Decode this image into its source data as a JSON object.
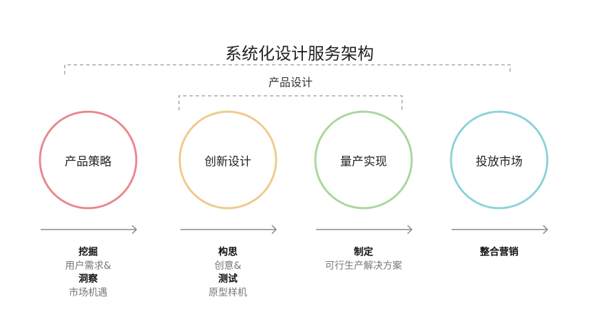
{
  "title": "系统化设计服务架构",
  "subtitle": "产品设计",
  "colors": {
    "stage1": "#e8898e",
    "stage2": "#f1c98c",
    "stage3": "#a9d79b",
    "stage4": "#8dd3d8",
    "arrow": "#888888",
    "dash": "#999999"
  },
  "stages": [
    {
      "label": "产品策略",
      "lines": [
        {
          "text": "挖掘",
          "bold": true
        },
        {
          "text": "用户需求&",
          "bold": false
        },
        {
          "text": "洞察",
          "bold": true
        },
        {
          "text": "市场机遇",
          "bold": false
        }
      ]
    },
    {
      "label": "创新设计",
      "lines": [
        {
          "text": "构思",
          "bold": true
        },
        {
          "text": "创意&",
          "bold": false
        },
        {
          "text": "测试",
          "bold": true
        },
        {
          "text": "原型样机",
          "bold": false
        }
      ]
    },
    {
      "label": "量产实现",
      "lines": [
        {
          "text": "制定",
          "bold": true
        },
        {
          "text": "可行生产解决方案",
          "bold": false
        }
      ]
    },
    {
      "label": "投放市场",
      "lines": [
        {
          "text": "整合营销",
          "bold": true
        }
      ]
    }
  ]
}
